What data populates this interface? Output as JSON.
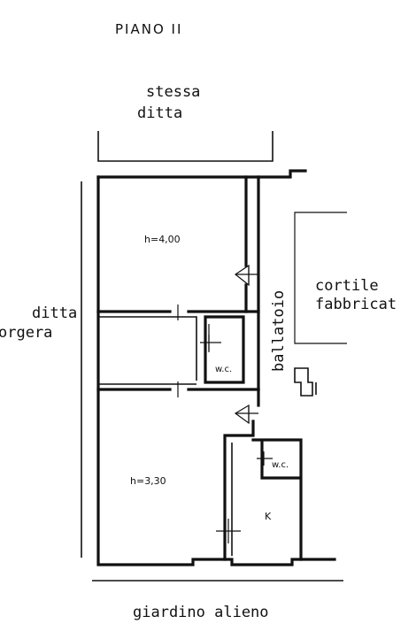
{
  "title": "PIANO II",
  "neighbors": {
    "top": [
      "stessa",
      "ditta"
    ],
    "left": [
      "ditta",
      "orgera"
    ],
    "right": [
      "cortile",
      "fabbricat"
    ],
    "bottom": "giardino alieno"
  },
  "corridor_label": "ballatoio",
  "rooms": [
    {
      "id": "room-upper",
      "label": "h=4,00"
    },
    {
      "id": "room-lower",
      "label": "h=3,30"
    },
    {
      "id": "wc-upper",
      "label": "w.c."
    },
    {
      "id": "wc-lower",
      "label": "w.c."
    },
    {
      "id": "kitchen",
      "label": "K"
    }
  ]
}
